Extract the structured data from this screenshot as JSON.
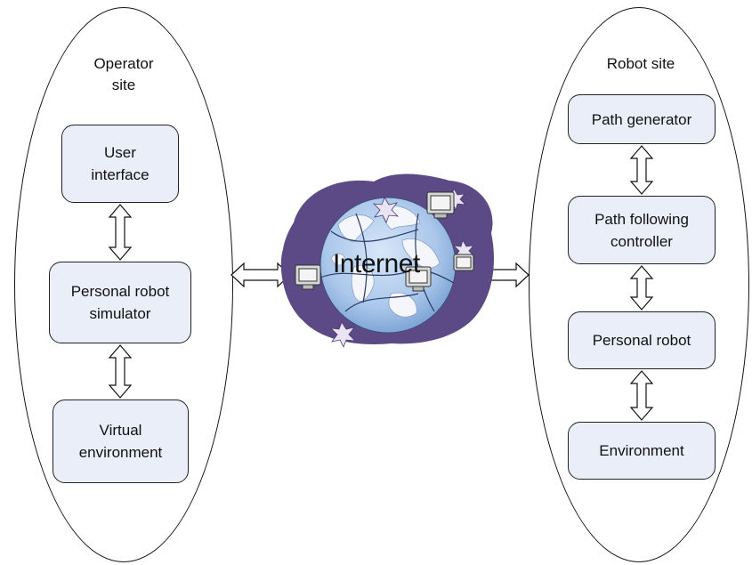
{
  "operator_site": {
    "title": "Operator\nsite",
    "nodes": [
      {
        "label": "User\ninterface"
      },
      {
        "label": "Personal robot\nsimulator"
      },
      {
        "label": "Virtual\nenvironment"
      }
    ]
  },
  "robot_site": {
    "title": "Robot site",
    "nodes": [
      {
        "label": "Path generator"
      },
      {
        "label": "Path following\ncontroller"
      },
      {
        "label": "Personal robot"
      },
      {
        "label": "Environment"
      }
    ]
  },
  "network": {
    "label": "Internet"
  },
  "colors": {
    "node_fill": "#e9eef9",
    "globe_backdrop": "#5b4a86",
    "globe_ocean": "#a9c6ea",
    "globe_land": "#f4f6fb"
  }
}
